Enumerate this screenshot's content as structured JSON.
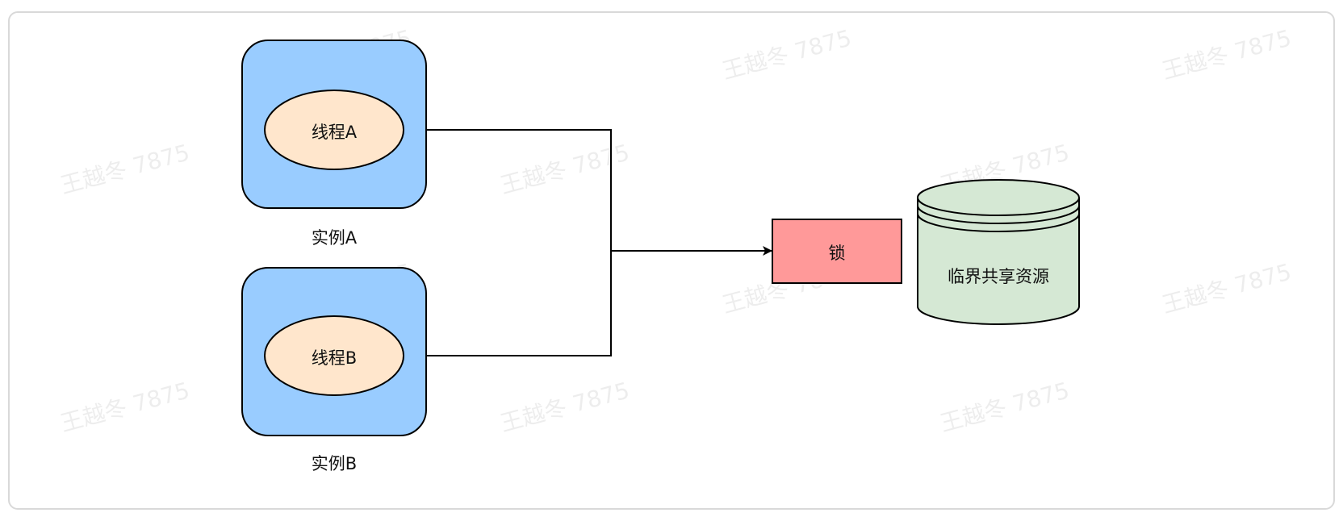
{
  "watermark": {
    "text": "王越冬 7875"
  },
  "diagram": {
    "instance_a": {
      "label": "实例A",
      "thread_label": "线程A"
    },
    "instance_b": {
      "label": "实例B",
      "thread_label": "线程B"
    },
    "lock": {
      "label": "锁"
    },
    "resource": {
      "label": "临界共享资源"
    }
  },
  "colors": {
    "instance_fill": "#99ccff",
    "thread_fill": "#ffe6cc",
    "lock_fill": "#ff9999",
    "resource_fill": "#d5e8d4",
    "stroke": "#000000"
  }
}
